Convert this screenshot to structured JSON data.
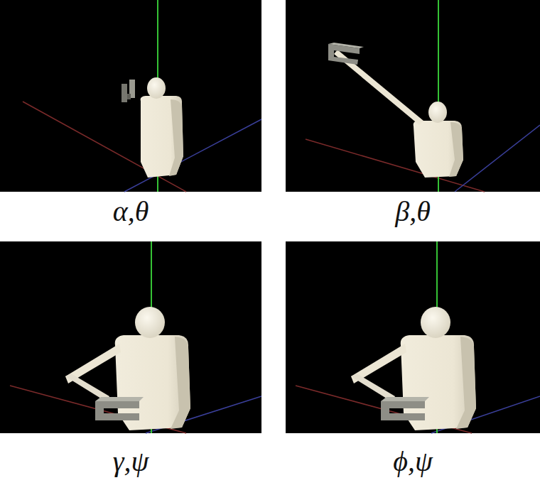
{
  "diagram": {
    "labels": [
      "α,θ",
      "β,θ",
      "γ,ψ",
      "ϕ,ψ"
    ]
  }
}
